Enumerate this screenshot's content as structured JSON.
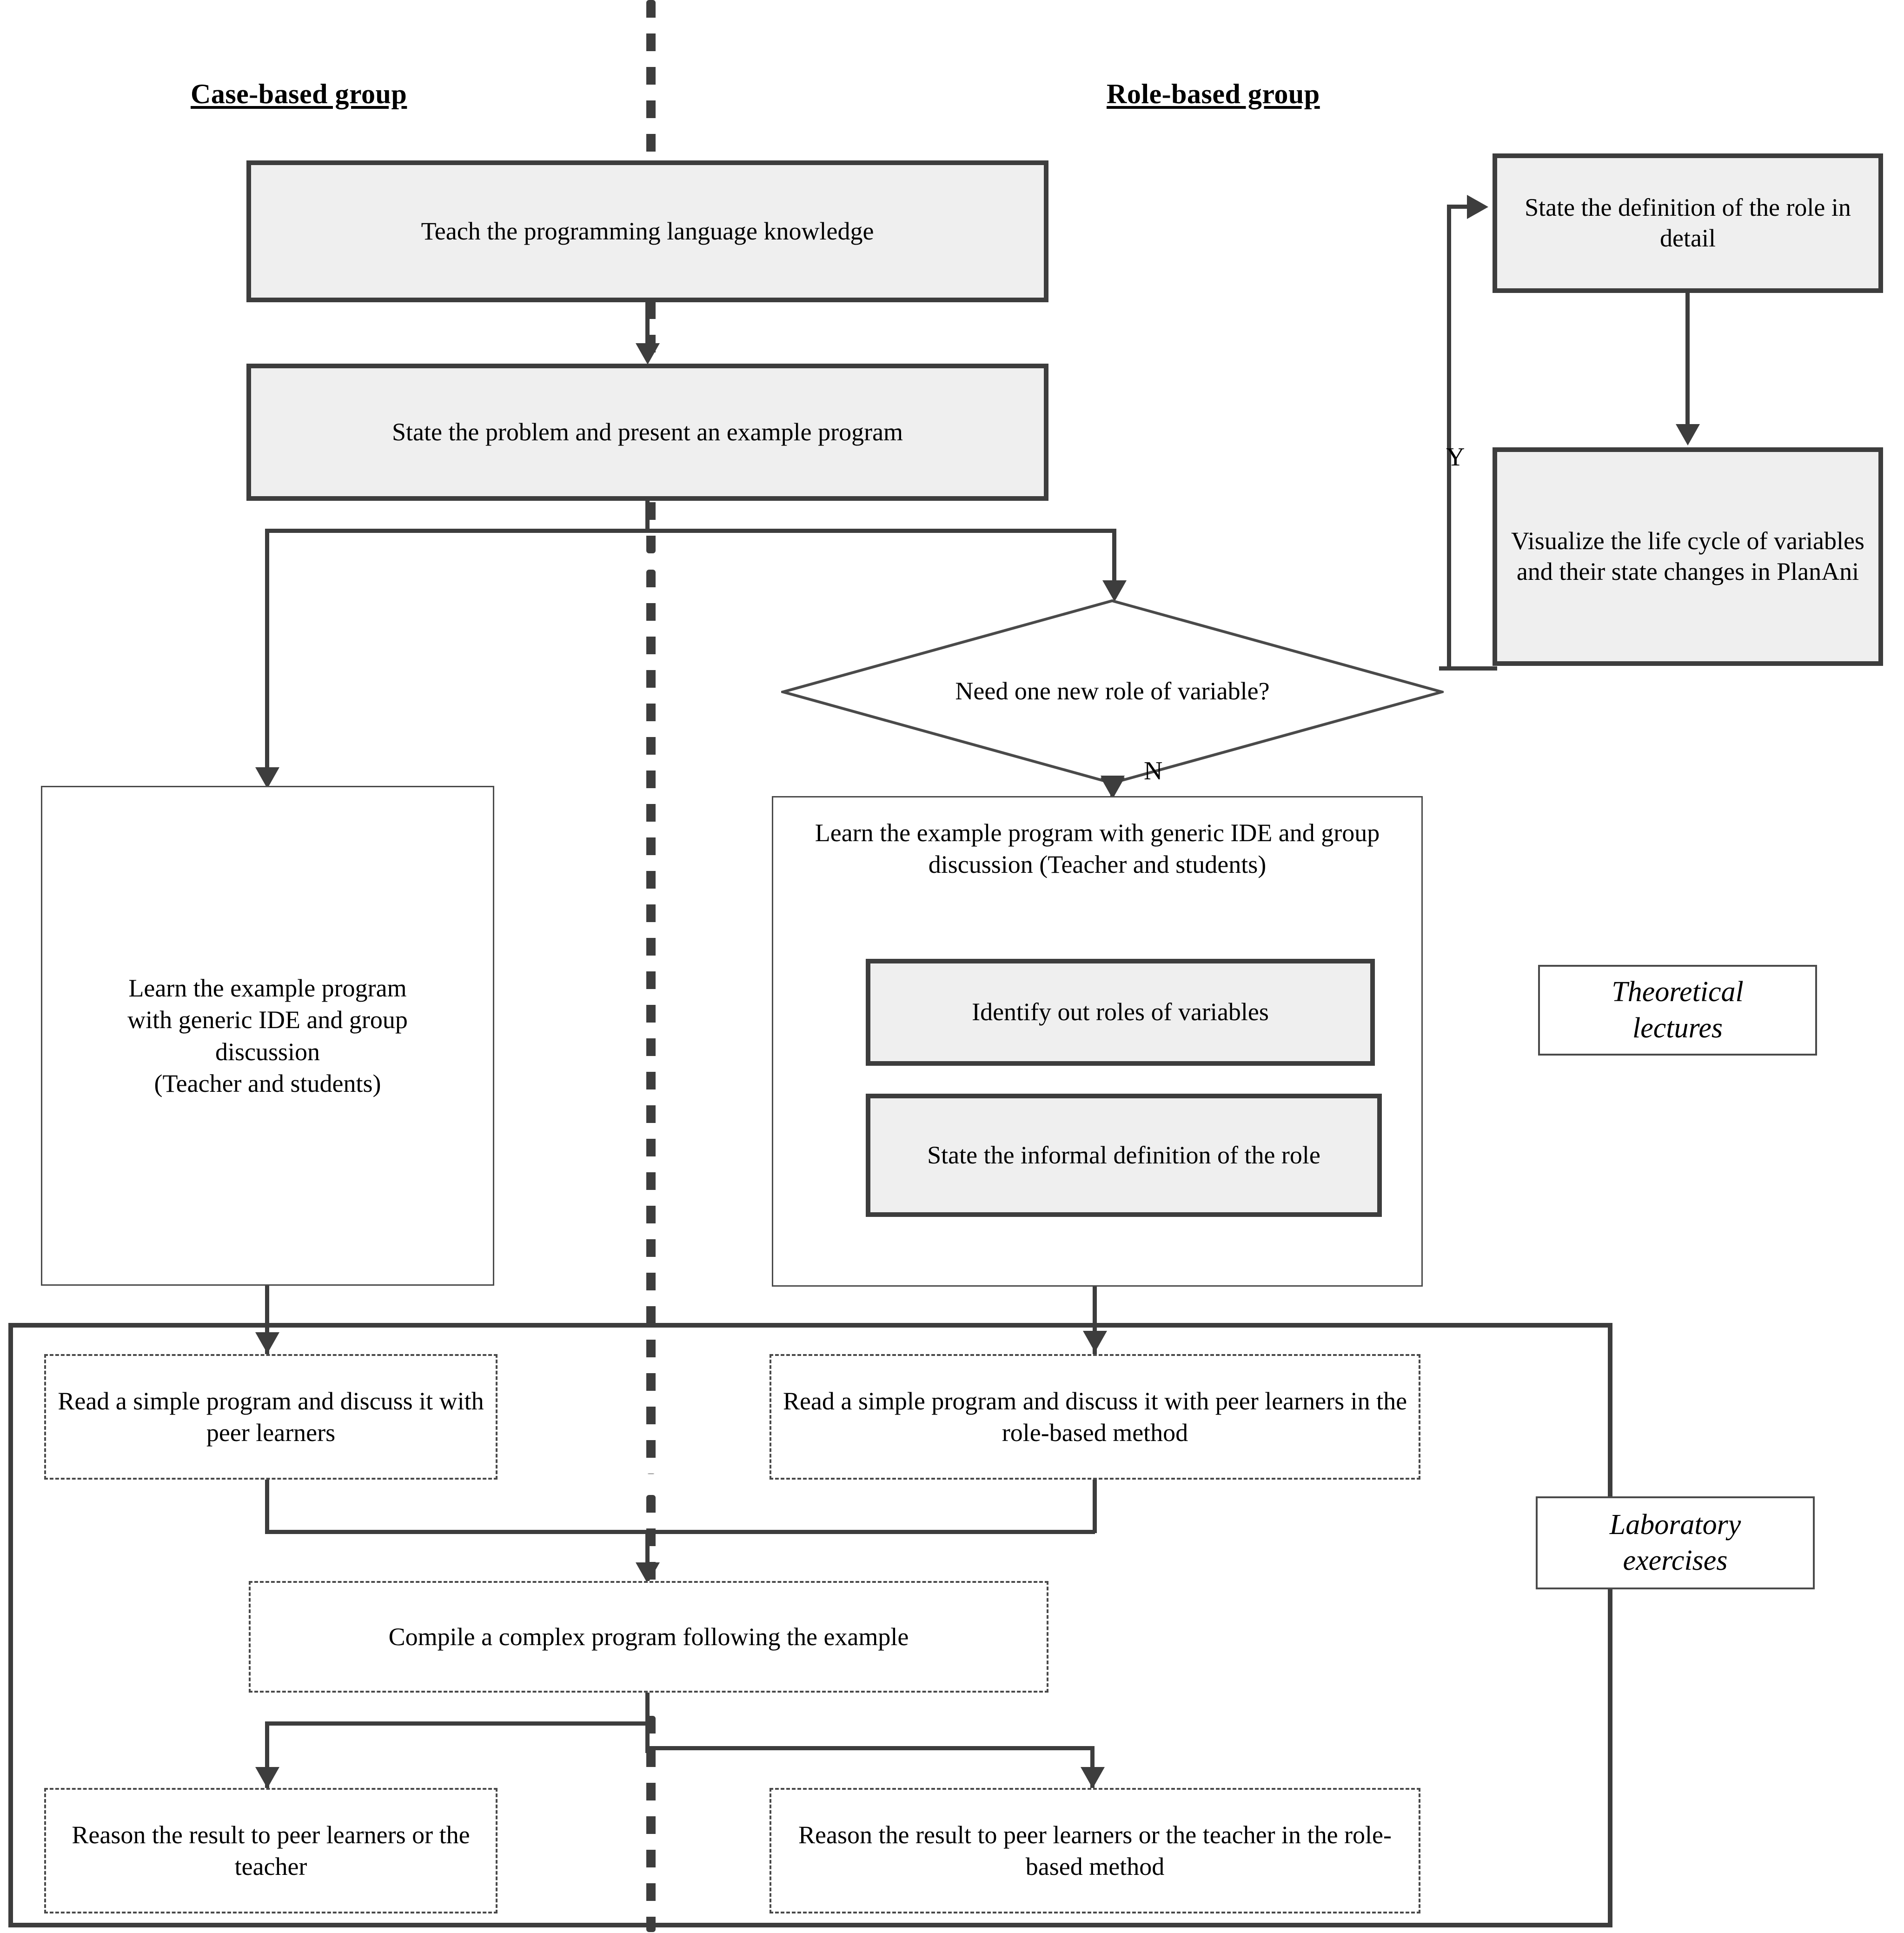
{
  "figure": {
    "type": "flowchart",
    "columns": [
      {
        "id": "case",
        "heading": "Case-based group"
      },
      {
        "id": "role",
        "heading": "Role-based group"
      }
    ],
    "phase_labels": {
      "theoretical": "Theoretical\nlectures",
      "theoretical_line1": "Theoretical",
      "theoretical_line2": "lectures",
      "laboratory_line1": "Laboratory",
      "laboratory_line2": "exercises"
    },
    "nodes": {
      "teach": "Teach the programming language knowledge",
      "state_problem": "State the problem and present an example program",
      "decision": "Need one new role of variable?",
      "state_role_definition": "State the definition of the role in detail",
      "visualize": "Visualize the life cycle of variables and their state changes in PlanAni",
      "case_learn": "Learn the example program with generic IDE and group discussion\n(Teacher and students)",
      "case_learn_l1": "Learn the example program",
      "case_learn_l2": "with generic IDE and group",
      "case_learn_l3": "discussion",
      "case_learn_l4": "(Teacher and students)",
      "role_learn": "Learn the example program with generic IDE and group discussion (Teacher and students)",
      "identify_roles": "Identify out roles of variables",
      "informal_definition": "State the informal definition of the role",
      "case_read": "Read a simple program and discuss it with peer learners",
      "role_read": "Read a simple program and discuss it with peer learners in the role-based method",
      "compile": "Compile a complex program following the example",
      "case_reason": "Reason the result to peer learners or the teacher",
      "role_reason": "Reason the result to peer learners or the teacher in the role-based method"
    },
    "edge_labels": {
      "yes": "Y",
      "no": "N"
    },
    "colors": {
      "stroke": "#3d3d3d",
      "shaded_fill": "#efefef",
      "plain_fill": "#ffffff",
      "text": "#000000"
    }
  }
}
